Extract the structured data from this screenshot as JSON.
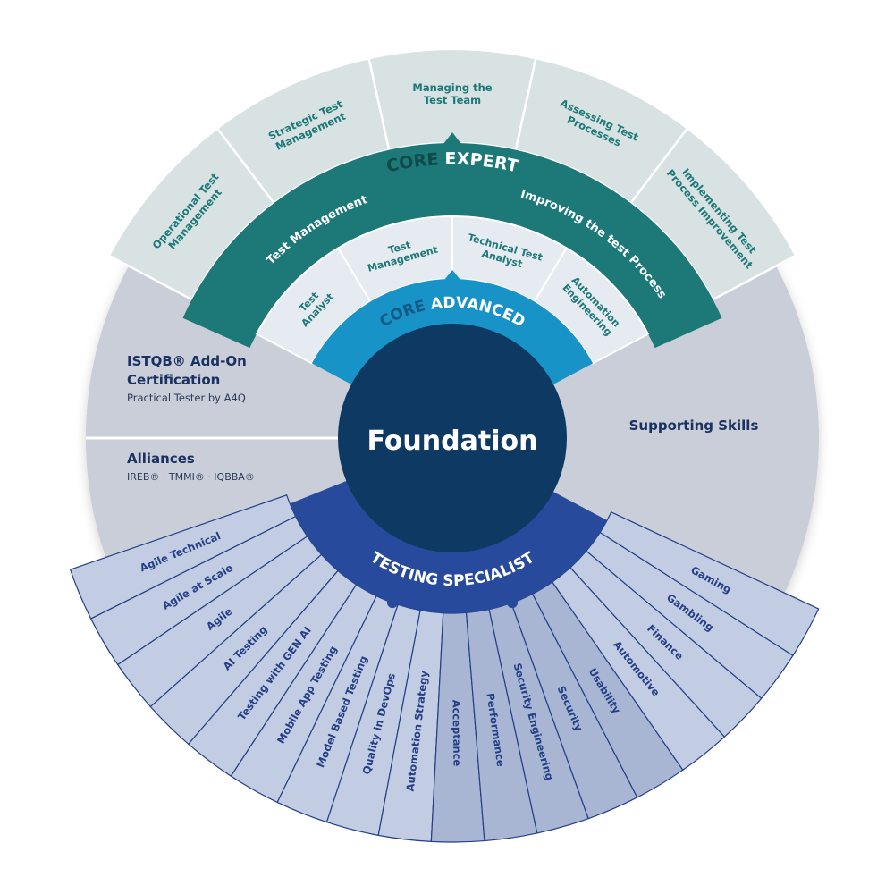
{
  "center": {
    "label": "Foundation"
  },
  "core_expert": {
    "title_core": "CORE",
    "title_main": "EXPERT",
    "modules": [
      "Test Management",
      "Improving the test Process"
    ],
    "outer_modules": [
      [
        "Operational Test",
        "Management"
      ],
      [
        "Strategic Test",
        "Management"
      ],
      [
        "Managing the",
        "Test Team"
      ],
      [
        "Assessing Test",
        "Processes"
      ],
      [
        "Implementing Test",
        "Process Improvement"
      ]
    ]
  },
  "core_advanced": {
    "title_core": "CORE",
    "title_main": "ADVANCED",
    "modules": [
      [
        "Test",
        "Analyst"
      ],
      [
        "Test",
        "Management"
      ],
      [
        "Technical Test",
        "Analyst"
      ],
      [
        "Automation",
        "Engineering"
      ]
    ]
  },
  "testing_specialist": {
    "title": "TESTING SPECIALIST",
    "modules": [
      "Agile Technical",
      "Agile at Scale",
      "Agile",
      "AI Testing",
      "Testing with GEN AI",
      "Mobile App Testing",
      "Model Based Testing",
      "Quality in DevOps",
      "Automation Strategy",
      "Acceptance",
      "Performance",
      "Security Engineering",
      "Security",
      "Usability",
      "Automotive",
      "Finance",
      "Gambling",
      "Gaming"
    ]
  },
  "addon": {
    "title_line1": "ISTQB® Add-On",
    "title_line2": "Certification",
    "subtitle": "Practical Tester by A4Q"
  },
  "alliances": {
    "title": "Alliances",
    "subtitle": "IREB® · TMMI® · IQBBA®"
  },
  "supporting": {
    "label": "Supporting Skills"
  },
  "colors": {
    "background_disc": "#c9ced8",
    "addon_panel": "#c9ced8",
    "center": "#0d3963",
    "advanced_ring": "#1893c8",
    "advanced_modules": "#e6ebf1",
    "expert_ring": "#1d7878",
    "expert_outer": "#d8e2e2",
    "specialist_ring": "#274a9c",
    "specialist_outer": "#c2cde3",
    "specialist_text": "#243f86",
    "expert_text": "#1d7878"
  }
}
